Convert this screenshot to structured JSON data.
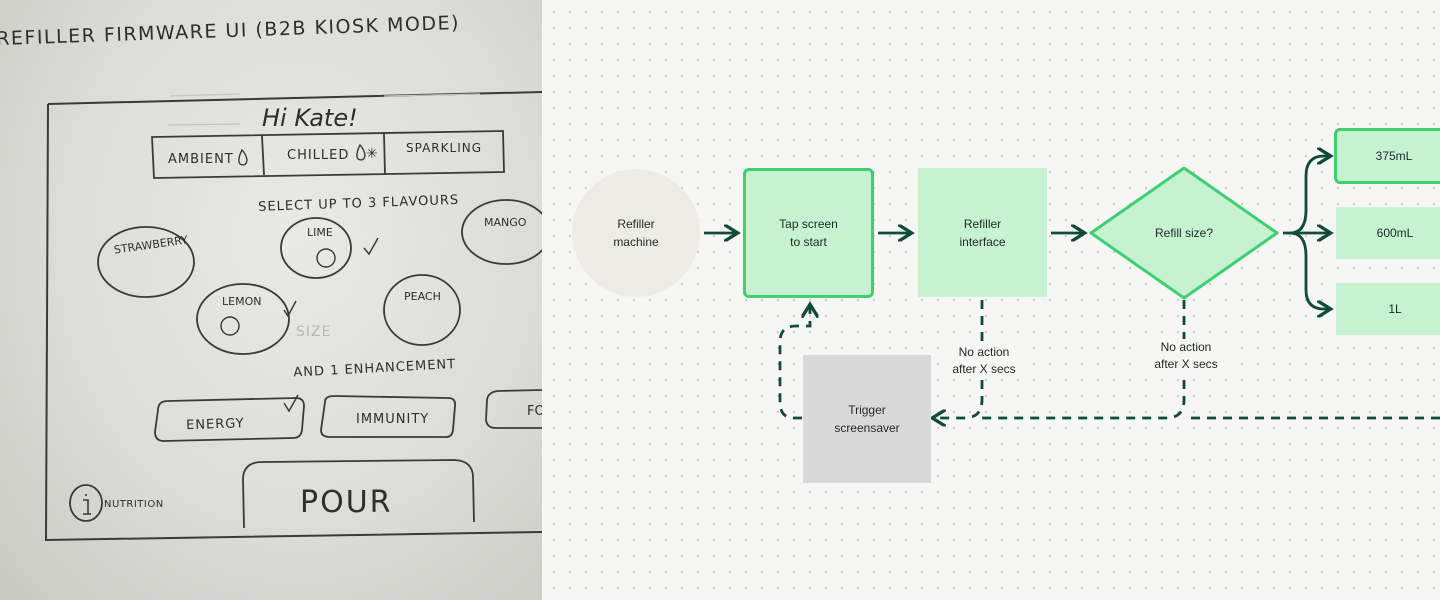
{
  "sketch": {
    "title": "REFILLER FIRMWARE UI (B2B KIOSK MODE)",
    "greeting": "Hi Kate!",
    "temperature_options": [
      "AMBIENT",
      "CHILLED",
      "SPARKLING"
    ],
    "flavour_prompt": "SELECT UP TO 3 FLAVOURS",
    "flavours": [
      "STRAWBERRY",
      "LIME",
      "MANGO",
      "LEMON",
      "PEACH"
    ],
    "enhancement_prompt": "AND 1 ENHANCEMENT",
    "enhancements": [
      "ENERGY",
      "IMMUNITY",
      "FO"
    ],
    "size_ghost": "SIZE",
    "nutrition_label": "NUTRITION",
    "pour_button": "POUR"
  },
  "flow": {
    "nodes": {
      "machine": "Refiller\nmachine",
      "tap": "Tap screen\nto start",
      "interface": "Refiller\ninterface",
      "decision": "Refill size?",
      "screensaver": "Trigger\nscreensaver",
      "size_375": "375mL",
      "size_600": "600mL",
      "size_1l": "1L"
    },
    "labels": {
      "interface_timeout": "No action\nafter X secs",
      "decision_timeout": "No action\nafter X secs"
    },
    "colors": {
      "node_fill": "#c7f2d2",
      "node_border": "#3ecf6e",
      "connector": "#0f4a3c",
      "screensaver_fill": "#d9d9d9",
      "start_fill": "#eeebe7"
    }
  }
}
